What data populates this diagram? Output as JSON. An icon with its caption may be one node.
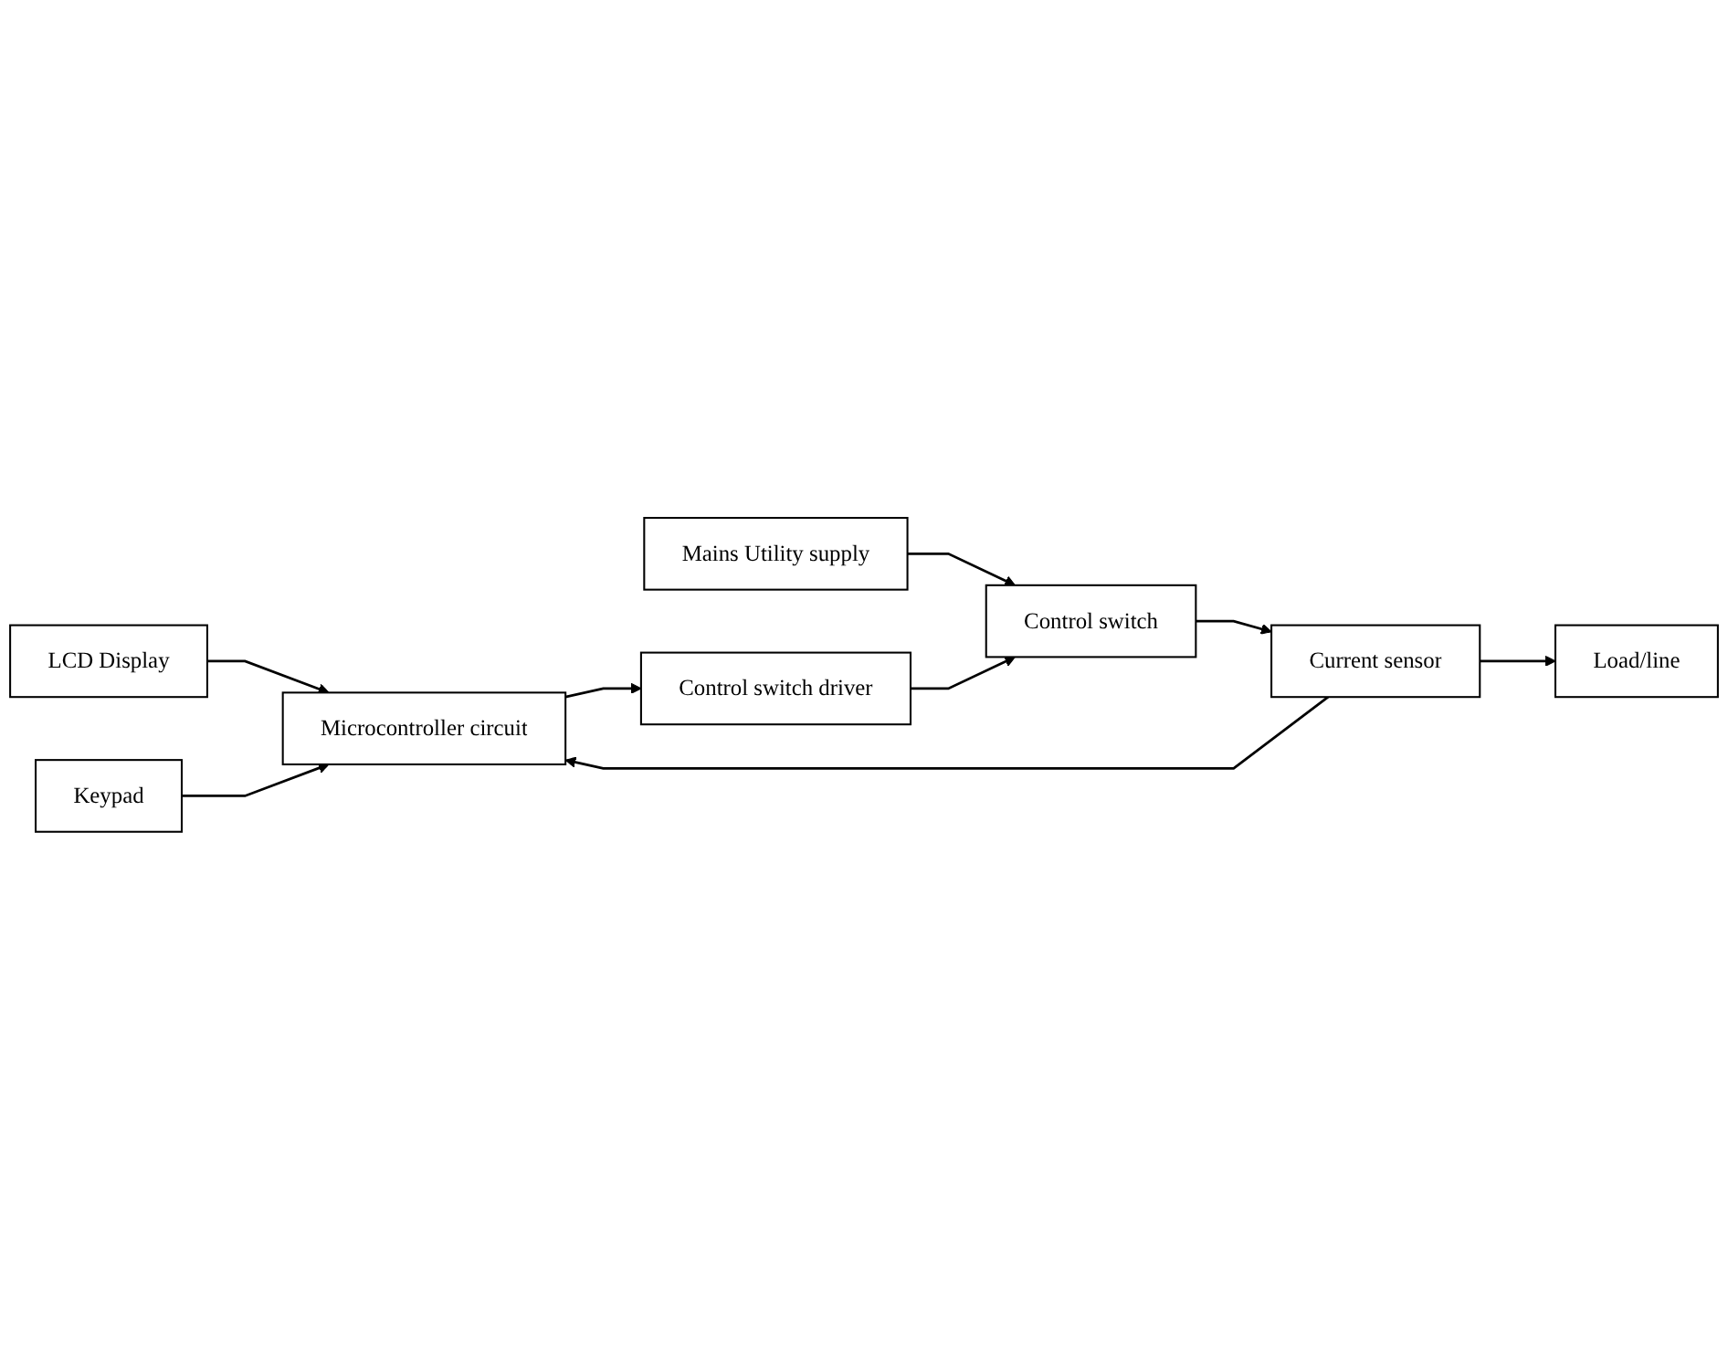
{
  "diagram": {
    "nodes": [
      {
        "text": [
          "LCD Display"
        ]
      },
      {
        "text": [
          "Mains Utility supply"
        ]
      },
      {
        "text": [
          "Keypad"
        ]
      },
      {
        "text": [
          "Microcontroller circuit"
        ]
      },
      {
        "text": [
          "Control switch driver"
        ]
      },
      {
        "text": [
          "Control switch"
        ]
      },
      {
        "text": [
          "Current sensor"
        ]
      },
      {
        "text": [
          "Load/line"
        ]
      }
    ],
    "edges": [
      {
        "from": 0,
        "to": 3,
        "arrow": "to"
      },
      {
        "from": 1,
        "to": 5,
        "arrow": "to"
      },
      {
        "from": 2,
        "to": 3,
        "arrow": "to"
      },
      {
        "from": 3,
        "to": 4,
        "arrow": "to"
      },
      {
        "from": 4,
        "to": 5,
        "arrow": "to"
      },
      {
        "from": 5,
        "to": 6,
        "arrow": "to"
      },
      {
        "from": 6,
        "to": 3,
        "arrow": "to"
      },
      {
        "from": 6,
        "to": 7,
        "arrow": "to"
      }
    ]
  }
}
